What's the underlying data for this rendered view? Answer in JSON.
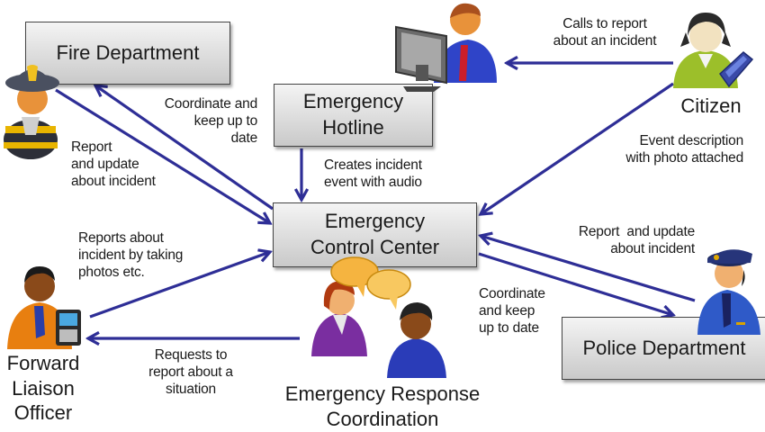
{
  "diagram": {
    "nodes": {
      "fire": "Fire Department",
      "hotline_line1": "Emergency",
      "hotline_line2": "Hotline",
      "ecc_line1": "Emergency",
      "ecc_line2": "Control Center",
      "police": "Police Department"
    },
    "actors": {
      "citizen": "Citizen",
      "flo_line1": "Forward",
      "flo_line2": "Liaison",
      "flo_line3": "Officer",
      "erc_line1": "Emergency Response",
      "erc_line2": "Coordination"
    },
    "edge_labels": {
      "citizen_to_hotline": [
        "Calls to report",
        "about an incident"
      ],
      "citizen_to_ecc": [
        "Event description",
        "with photo attached"
      ],
      "hotline_to_ecc": [
        "Creates incident",
        "event with audio"
      ],
      "ecc_to_fire": [
        "Coordinate and",
        "keep up to",
        "date"
      ],
      "fire_to_ecc": [
        "Report",
        "and update",
        "about incident"
      ],
      "flo_to_ecc": [
        "Reports about",
        "incident by taking",
        "photos etc."
      ],
      "erc_to_flo": [
        "Requests to",
        "report about a",
        "situation"
      ],
      "police_to_ecc": [
        "Report  and update",
        "about incident"
      ],
      "ecc_to_police": [
        "Coordinate",
        "and keep",
        "up to date"
      ]
    },
    "colors": {
      "arrow": "#2e2e96",
      "box_border": "#444444"
    }
  }
}
